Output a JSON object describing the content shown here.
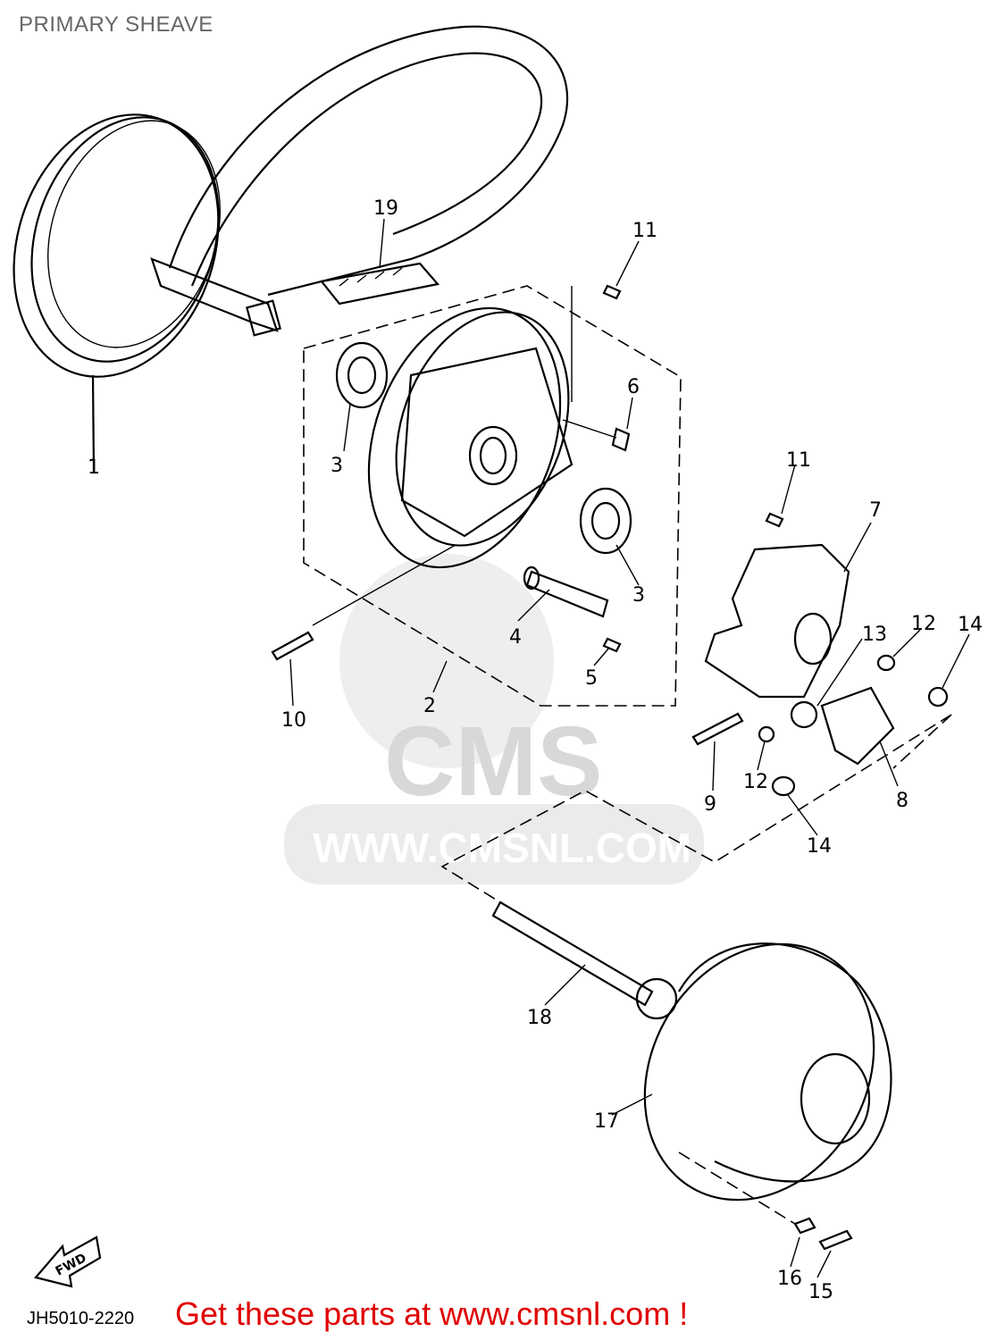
{
  "title": "PRIMARY SHEAVE",
  "diagram_code": "JH5010-2220",
  "promo_text": "Get these parts at www.cmsnl.com !",
  "watermark": {
    "logo": "CMS",
    "url": "WWW.CMSNL.COM"
  },
  "direction_arrow": "FWD",
  "part_labels": [
    "19",
    "11",
    "1",
    "3",
    "6",
    "3",
    "11",
    "7",
    "4",
    "10",
    "2",
    "5",
    "13",
    "12",
    "14",
    "9",
    "12",
    "8",
    "14",
    "18",
    "17",
    "16",
    "15"
  ],
  "colors": {
    "promo": "#e00000",
    "title": "#666666",
    "watermark": "#dddddd"
  }
}
